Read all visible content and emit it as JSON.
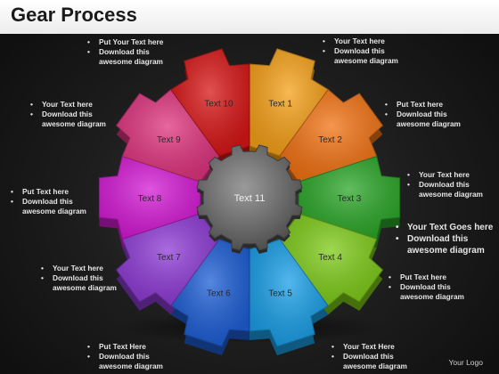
{
  "title": "Gear Process",
  "center_label": "Text 11",
  "segments": [
    {
      "label": "Text 1",
      "color": "#f7a21a"
    },
    {
      "label": "Text 2",
      "color": "#f37415"
    },
    {
      "label": "Text 3",
      "color": "#2da82a"
    },
    {
      "label": "Text 4",
      "color": "#7fcc1a"
    },
    {
      "label": "Text 5",
      "color": "#1ba0e8"
    },
    {
      "label": "Text 6",
      "color": "#1e5fd6"
    },
    {
      "label": "Text 7",
      "color": "#8f3cd6"
    },
    {
      "label": "Text 8",
      "color": "#d61cd6"
    },
    {
      "label": "Text 9",
      "color": "#e0357f"
    },
    {
      "label": "Text 10",
      "color": "#d91717"
    }
  ],
  "notes": {
    "top_left": {
      "line1": "Put Your Text here",
      "line2": "Download this",
      "line3": "awesome diagram"
    },
    "top_right": {
      "line1": "Your Text here",
      "line2": "Download this",
      "line3": "awesome diagram"
    },
    "left_1": {
      "line1": "Your Text here",
      "line2": "Download this",
      "line3": "awesome diagram"
    },
    "right_1": {
      "line1": "Put Text here",
      "line2": "Download this",
      "line3": "awesome diagram"
    },
    "left_2": {
      "line1": "Put Text here",
      "line2": "Download this",
      "line3": "awesome diagram"
    },
    "right_2": {
      "line1": "Your Text here",
      "line2": "Download this",
      "line3": "awesome diagram"
    },
    "right_3": {
      "line1": "Your Text Goes here",
      "line2": "Download this",
      "line3": "awesome diagram"
    },
    "left_3": {
      "line1": "Your Text  here",
      "line2": "Download this",
      "line3": "awesome diagram"
    },
    "right_4": {
      "line1": "Put Text here",
      "line2": "Download this",
      "line3": "awesome diagram"
    },
    "bottom_left": {
      "line1": "Put Text Here",
      "line2": "Download this",
      "line3": "awesome diagram"
    },
    "bottom_right": {
      "line1": "Your Text Here",
      "line2": "Download this",
      "line3": "awesome diagram"
    }
  },
  "logo": "Your Logo"
}
